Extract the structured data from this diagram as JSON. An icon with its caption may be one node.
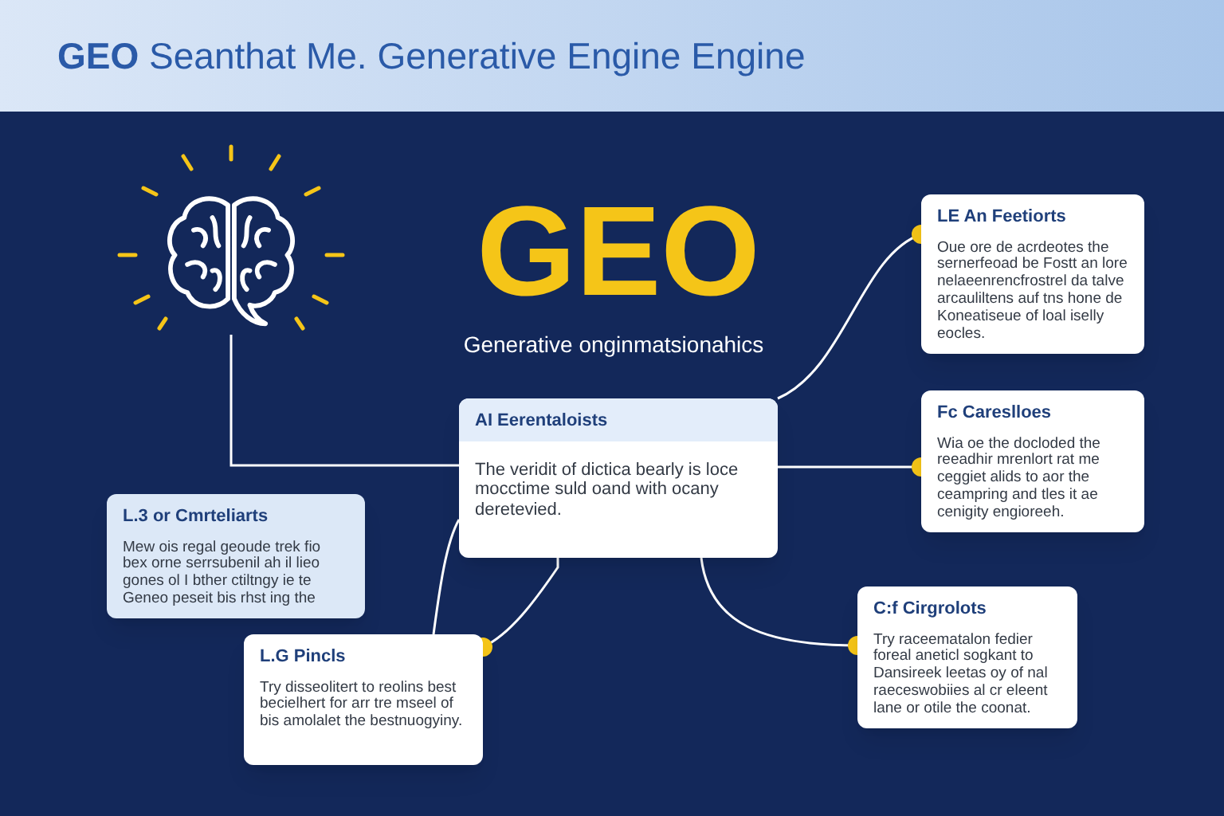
{
  "diagram": {
    "title": "**GEO** Seanthat Me. Generative Engine Engine",
    "nodes": [
      {
        "text": [],
        "shape": "brain"
      },
      {
        "text": [
          "AI Eerentaloists",
          "The veridit of dictica bearly is loce mocctime suld oand with ocany deretevied."
        ]
      },
      {
        "text": [
          "LE An Feetiorts",
          "Oue ore de acrdeotes the sernerfeoad be Fostt an lore nelaeenrencfrostrel da talve arcauliltens auf tns hone de Koneatiseue of loal iselly eocles."
        ]
      },
      {
        "text": [
          "Fc Careslloes",
          "Wia oe the docloded the reeadhir mrenlort rat me ceggiet alids to aor the ceampring and tles it ae cenigity engioreeh."
        ]
      },
      {
        "text": [
          "L.3 or Cmrteliarts",
          "Mew ois regal geoude trek fio bex orne serrsubenil ah il lieo gones ol I bther ctiltngy ie te Geneo peseit bis rhst ing the"
        ]
      },
      {
        "text": [
          "L.G Pincls",
          "Try disseolitert to reolins best becielhert for arr tre mseel of bis amolalet the bestnuogyiny."
        ]
      },
      {
        "text": [
          "C:f Cirgrolots",
          "Try raceematalon fedier foreal aneticl sogkant to Dansireek leetas oy of nal raeceswobiies al cr eleent lane or otile the coonat."
        ]
      }
    ],
    "edges": [
      {
        "from": 0,
        "to": 1,
        "arrow": "none"
      },
      {
        "from": 1,
        "to": 2,
        "arrow": "other"
      },
      {
        "from": 1,
        "to": 3,
        "arrow": "other"
      },
      {
        "from": 1,
        "to": 5,
        "arrow": "other"
      },
      {
        "from": 5,
        "to": 1,
        "arrow": "none"
      },
      {
        "from": 1,
        "to": 6,
        "arrow": "other"
      }
    ],
    "labels": [
      "GEO",
      "Generative onginmatsionahics"
    ]
  }
}
